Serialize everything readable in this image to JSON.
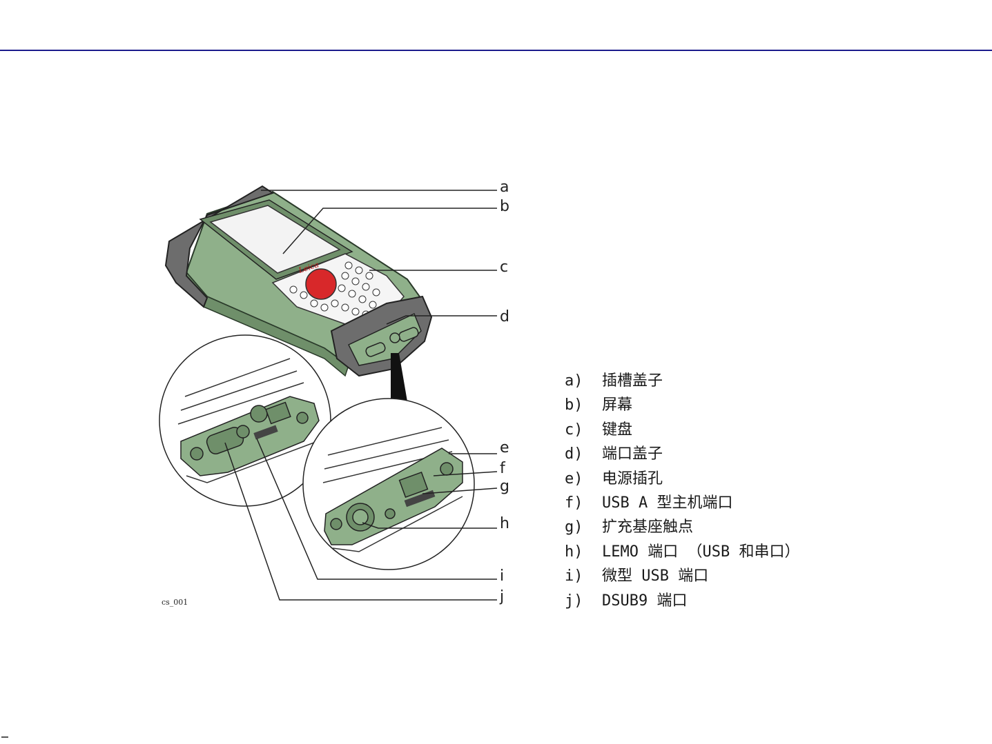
{
  "figure": {
    "code": "cs_001",
    "brand": "Leica",
    "callouts": [
      "a",
      "b",
      "c",
      "d",
      "e",
      "f",
      "g",
      "h",
      "i",
      "j"
    ]
  },
  "legend": [
    {
      "key": "a)",
      "text": "插槽盖子"
    },
    {
      "key": "b)",
      "text": "屏幕"
    },
    {
      "key": "c)",
      "text": "键盘"
    },
    {
      "key": "d)",
      "text": "端口盖子"
    },
    {
      "key": "e)",
      "text": "电源插孔"
    },
    {
      "key": "f)",
      "text": "USB A 型主机端口"
    },
    {
      "key": "g)",
      "text": "扩充基座触点"
    },
    {
      "key": "h)",
      "text": "LEMO 端口 （USB 和串口）"
    },
    {
      "key": "i)",
      "text": "微型 USB 端口"
    },
    {
      "key": "j)",
      "text": "DSUB9 端口"
    }
  ],
  "colors": {
    "rule": "#1a1a8c",
    "housing": "#8fb08a",
    "bumper": "#6d6d6d",
    "keypad_red": "#d8282a"
  }
}
